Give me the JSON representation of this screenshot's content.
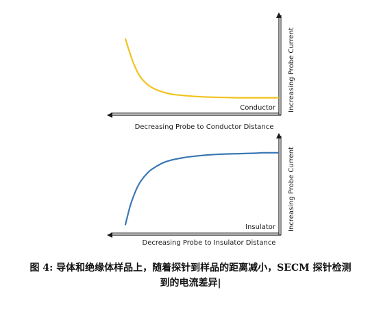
{
  "chart_data": [
    {
      "type": "line",
      "label": "Conductor",
      "xlabel": "Decreasing Probe to Conductor Distance",
      "ylabel": "Increasing Probe Current",
      "color": "#f2c21b",
      "x_direction": "decreasing-to-left",
      "x": [
        0.0,
        0.03,
        0.06,
        0.09,
        0.12,
        0.16,
        0.2,
        0.25,
        0.3,
        0.38,
        0.46,
        0.55,
        0.65,
        0.75,
        0.85,
        1.0
      ],
      "values": [
        0.93,
        0.71,
        0.52,
        0.38,
        0.29,
        0.21,
        0.16,
        0.12,
        0.09,
        0.07,
        0.055,
        0.045,
        0.04,
        0.035,
        0.035,
        0.035
      ],
      "ylim": [
        0,
        1
      ]
    },
    {
      "type": "line",
      "label": "Insulator",
      "xlabel": "Decreasing Probe to Insulator Distance",
      "ylabel": "Increasing Probe Current",
      "color": "#3a78b5",
      "x_direction": "decreasing-to-left",
      "x": [
        0.0,
        0.03,
        0.06,
        0.09,
        0.12,
        0.16,
        0.2,
        0.25,
        0.3,
        0.38,
        0.46,
        0.55,
        0.65,
        0.75,
        0.85,
        0.9,
        1.0
      ],
      "values": [
        0.02,
        0.24,
        0.4,
        0.52,
        0.6,
        0.68,
        0.73,
        0.78,
        0.81,
        0.84,
        0.86,
        0.875,
        0.885,
        0.89,
        0.895,
        0.9,
        0.9
      ],
      "ylim": [
        0,
        1
      ]
    }
  ],
  "caption": {
    "line1": "图 4:  导体和绝缘体样品上，随着探针到样品的距离减小，SECM 探针检测",
    "line2": "到的电流差异|"
  }
}
